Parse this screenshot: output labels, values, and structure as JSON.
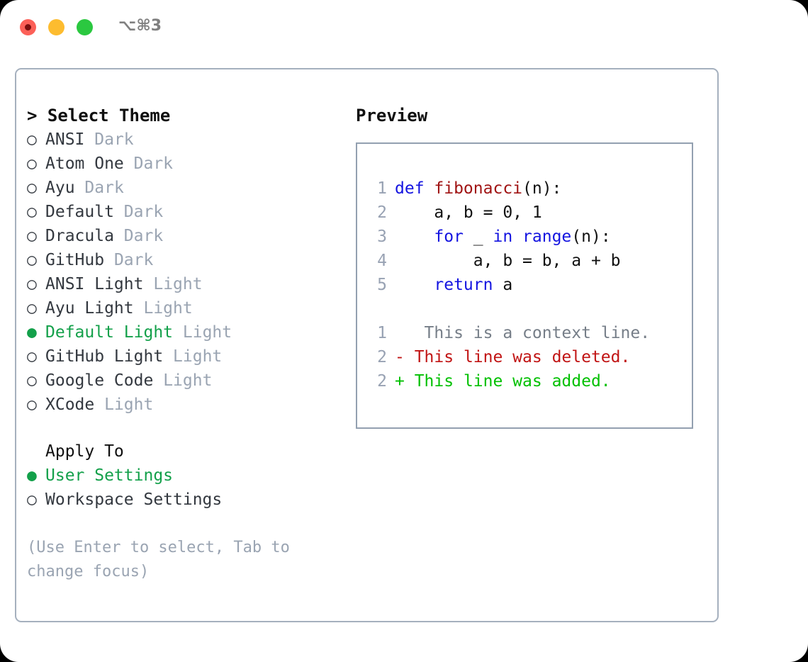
{
  "window": {
    "shortcut": "⌥⌘3",
    "traffic_lights": {
      "close": "close-button",
      "minimize": "minimize-button",
      "maximize": "maximize-button"
    },
    "colors": {
      "close": "#fc6058",
      "minimize": "#fdbc2f",
      "maximize": "#2bc840",
      "panel_border": "#a5b0be",
      "preview_border": "#93a0b0",
      "accent_green": "#13a04a",
      "muted": "#9aa4b2",
      "keyword_blue": "#1414e0",
      "function_red": "#a01414",
      "diff_delete": "#c11414",
      "diff_add": "#00c000",
      "line_number": "#98a2b3"
    }
  },
  "theme_panel": {
    "header": "> Select Theme",
    "items": [
      {
        "marker": "○",
        "name": "ANSI",
        "category": "Dark",
        "selected": false
      },
      {
        "marker": "○",
        "name": "Atom One",
        "category": "Dark",
        "selected": false
      },
      {
        "marker": "○",
        "name": "Ayu",
        "category": "Dark",
        "selected": false
      },
      {
        "marker": "○",
        "name": "Default",
        "category": "Dark",
        "selected": false
      },
      {
        "marker": "○",
        "name": "Dracula",
        "category": "Dark",
        "selected": false
      },
      {
        "marker": "○",
        "name": "GitHub",
        "category": "Dark",
        "selected": false
      },
      {
        "marker": "○",
        "name": "ANSI Light",
        "category": "Light",
        "selected": false
      },
      {
        "marker": "○",
        "name": "Ayu Light",
        "category": "Light",
        "selected": false
      },
      {
        "marker": "●",
        "name": "Default Light",
        "category": "Light",
        "selected": true
      },
      {
        "marker": "○",
        "name": "GitHub Light",
        "category": "Light",
        "selected": false
      },
      {
        "marker": "○",
        "name": "Google Code",
        "category": "Light",
        "selected": false
      },
      {
        "marker": "○",
        "name": "XCode",
        "category": "Light",
        "selected": false
      }
    ]
  },
  "apply_to": {
    "label": "Apply To",
    "options": [
      {
        "marker": "●",
        "name": "User Settings",
        "selected": true
      },
      {
        "marker": "○",
        "name": "Workspace Settings",
        "selected": false
      }
    ]
  },
  "hint": "(Use Enter to select, Tab to change focus)",
  "preview": {
    "header": "Preview",
    "code_lines": [
      {
        "lno": "1",
        "tokens": [
          {
            "t": "def ",
            "c": "kw"
          },
          {
            "t": "fibonacci",
            "c": "fn"
          },
          {
            "t": "(n):",
            "c": "pl"
          }
        ]
      },
      {
        "lno": "2",
        "tokens": [
          {
            "t": "    a, b = 0, 1",
            "c": "pl"
          }
        ]
      },
      {
        "lno": "3",
        "tokens": [
          {
            "t": "    ",
            "c": "pl"
          },
          {
            "t": "for",
            "c": "kw"
          },
          {
            "t": " _ ",
            "c": "pl"
          },
          {
            "t": "in",
            "c": "kw"
          },
          {
            "t": " ",
            "c": "pl"
          },
          {
            "t": "range",
            "c": "kw"
          },
          {
            "t": "(n):",
            "c": "pl"
          }
        ]
      },
      {
        "lno": "4",
        "tokens": [
          {
            "t": "        a, b = b, a + b",
            "c": "pl"
          }
        ]
      },
      {
        "lno": "5",
        "tokens": [
          {
            "t": "    ",
            "c": "pl"
          },
          {
            "t": "return",
            "c": "kw"
          },
          {
            "t": " a",
            "c": "pl"
          }
        ]
      }
    ],
    "diff_lines": [
      {
        "lno": "1",
        "sign": " ",
        "text": "  This is a context line.",
        "kind": "d-ctx"
      },
      {
        "lno": "2",
        "sign": "-",
        "text": " This line was deleted.",
        "kind": "d-del"
      },
      {
        "lno": "2",
        "sign": "+",
        "text": " This line was added.",
        "kind": "d-add"
      }
    ]
  }
}
